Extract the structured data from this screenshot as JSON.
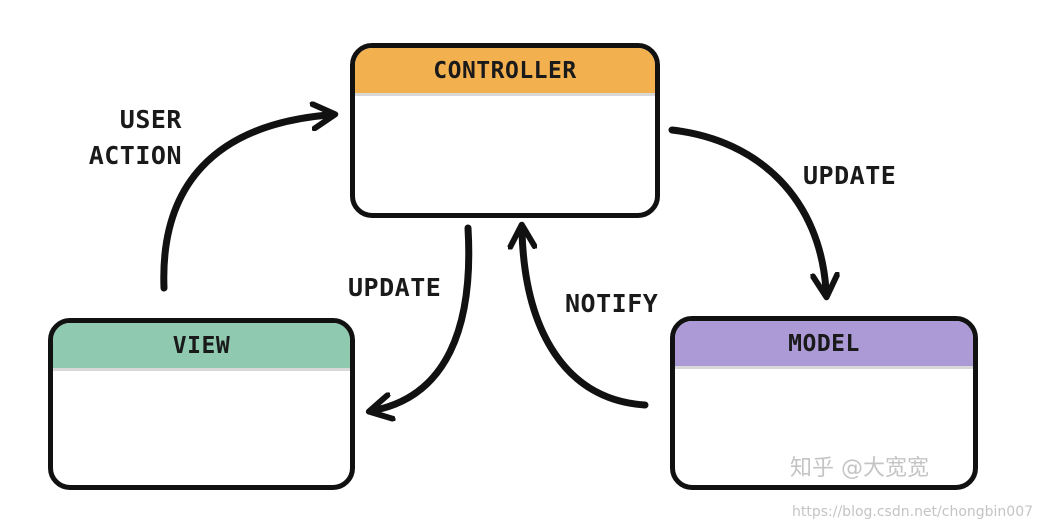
{
  "colors": {
    "controller_header": "#f3b04f",
    "view_header": "#8ec9b0",
    "model_header": "#ac9ad6",
    "stroke": "#111111"
  },
  "boxes": {
    "controller": "CONTROLLER",
    "view": "VIEW",
    "model": "MODEL"
  },
  "labels": {
    "user_action_line1": "USER",
    "user_action_line2": "ACTION",
    "update_controller_to_model": "UPDATE",
    "update_controller_to_view": "UPDATE",
    "notify": "NOTIFY"
  },
  "watermark": {
    "author": "知乎 @大宽宽",
    "url": "https://blog.csdn.net/chongbin007"
  }
}
